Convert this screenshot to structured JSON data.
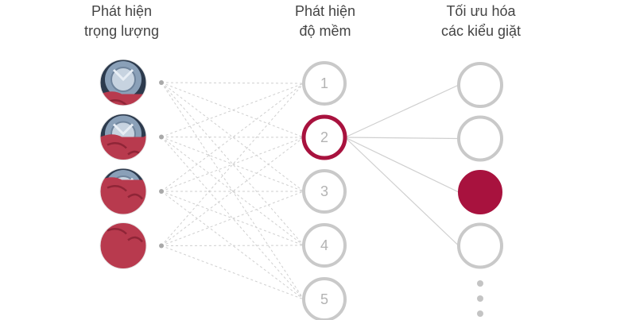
{
  "columns": [
    {
      "line1": "Phát hiện",
      "line2": "trọng lượng"
    },
    {
      "line1": "Phát hiện",
      "line2": "độ mềm"
    },
    {
      "line1": "Tối ưu hóa",
      "line2": "các kiểu giặt"
    }
  ],
  "weight_nodes": [
    {
      "icon": "drum-with-little-laundry-icon",
      "fill_level": 0.25
    },
    {
      "icon": "drum-with-some-laundry-icon",
      "fill_level": 0.5
    },
    {
      "icon": "drum-mostly-full-laundry-icon",
      "fill_level": 0.75
    },
    {
      "icon": "drum-full-laundry-icon",
      "fill_level": 1.0
    }
  ],
  "softness_nodes": [
    "1",
    "2",
    "3",
    "4",
    "5"
  ],
  "selected_softness": "2",
  "wash_nodes_count": 4,
  "selected_wash_index": 2,
  "colors": {
    "accent": "#a8123e",
    "fabric": "#b83a4e",
    "fabric_dark": "#7e1d2d",
    "node_gray": "#c9c9c9",
    "number_gray": "#b3b3b3",
    "line_gray": "#cfcfcf",
    "text": "#444444",
    "drum": "#8aa0b8"
  }
}
